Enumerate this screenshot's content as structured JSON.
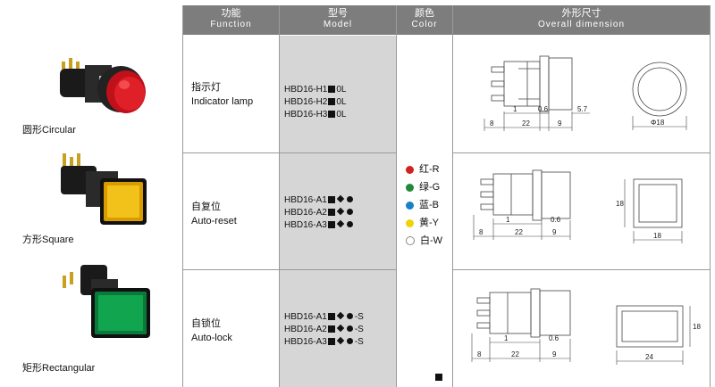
{
  "header": {
    "function_cn": "功能",
    "function_en": "Function",
    "model_cn": "型号",
    "model_en": "Model",
    "color_cn": "颜色",
    "color_en": "Color",
    "dimension_cn": "外形尺寸",
    "dimension_en": "Overall dimension"
  },
  "rows": [
    {
      "shape_label": "圆形Circular",
      "function_cn": "指示灯",
      "function_en": "Indicator lamp",
      "models": [
        {
          "prefix": "HBD16-H1",
          "suffix": "0L"
        },
        {
          "prefix": "HBD16-H2",
          "suffix": "0L"
        },
        {
          "prefix": "HBD16-H3",
          "suffix": "0L"
        }
      ],
      "dims": {
        "a": "8",
        "b": "1",
        "c": "0.6",
        "d": "22",
        "e": "9",
        "f": "5.7",
        "g": "Φ18"
      }
    },
    {
      "shape_label": "方形Square",
      "function_cn": "自复位",
      "function_en": "Auto-reset",
      "models": [
        {
          "prefix": "HBD16-A1",
          "suffix": ""
        },
        {
          "prefix": "HBD16-A2",
          "suffix": ""
        },
        {
          "prefix": "HBD16-A3",
          "suffix": ""
        }
      ],
      "dims": {
        "a": "8",
        "b": "1",
        "c": "0.6",
        "d": "22",
        "e": "9",
        "h": "18",
        "w": "18"
      }
    },
    {
      "shape_label": "矩形Rectangular",
      "function_cn": "自锁位",
      "function_en": "Auto-lock",
      "models": [
        {
          "prefix": "HBD16-A1",
          "suffix": "-S"
        },
        {
          "prefix": "HBD16-A2",
          "suffix": "-S"
        },
        {
          "prefix": "HBD16-A3",
          "suffix": "-S"
        }
      ],
      "dims": {
        "a": "8",
        "b": "1",
        "c": "0.6",
        "d": "22",
        "e": "9",
        "h": "18",
        "w": "24"
      }
    }
  ],
  "colors": [
    {
      "label": "红-R",
      "hex": "#d32020"
    },
    {
      "label": "绿-G",
      "hex": "#1f8a3a"
    },
    {
      "label": "蓝-B",
      "hex": "#1a7fc4"
    },
    {
      "label": "黄-Y",
      "hex": "#f0d20a"
    },
    {
      "label": "白-W",
      "hex": "#ffffff"
    }
  ],
  "buttons": [
    {
      "color": "#d8141e",
      "shape": "circle"
    },
    {
      "color": "#e8b400",
      "shape": "square"
    },
    {
      "color": "#0e9a4c",
      "shape": "rect"
    }
  ]
}
